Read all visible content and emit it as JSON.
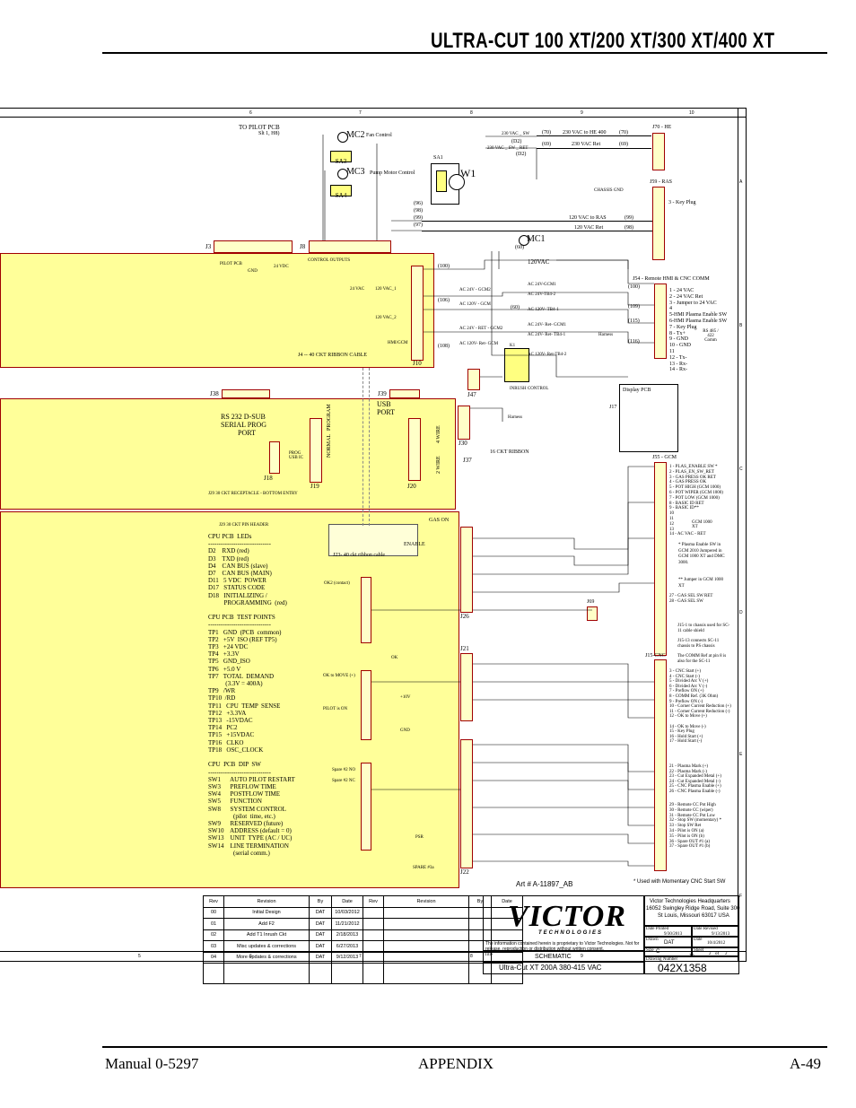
{
  "header": {
    "title": "ULTRA-CUT 100 XT/200 XT/300 XT/400 XT"
  },
  "grid": {
    "cols_top": [
      "6",
      "7",
      "8",
      "9",
      "10"
    ],
    "cols_bottom": [
      "5",
      "6",
      "7",
      "8",
      "9",
      "10"
    ],
    "rows": [
      "A",
      "B",
      "C",
      "D",
      "E",
      "F"
    ]
  },
  "top": {
    "to_pilot": "TO   PILOT PCB",
    "slot": "Slt 1, H8)",
    "mc2": "MC2",
    "fan_control": "Fan Control",
    "mc3": "MC3",
    "pump_motor_control": "Pump Motor Control",
    "sa3": "SA3",
    "sa4": "SA4",
    "sa1": "SA1",
    "w1": "W1",
    "mc1": "MC1",
    "mc1_v": "120VAC",
    "vac_he": "230 VAC to HE 400",
    "vac_ret": "230 VAC Ret",
    "vac_ras": "120 VAC to RAS",
    "vac_ras_ret": "120 VAC Ret",
    "w70a": "(70)",
    "w70b": "(70)",
    "w69a": "(69)",
    "w69b": "(69)",
    "w99": "(99)",
    "w98": "(98)",
    "w96": "(96)",
    "w98b": "(98)",
    "w99b": "(99)",
    "w97": "(97)",
    "w60": "(60)",
    "d2a": "(D2)",
    "d2b": "(D2)",
    "sw_a": "230 VAC _ SW",
    "sw_b": "230 VAC _ SW _ RET",
    "j70": "J70 - HE",
    "j59": "J59 - RAS",
    "key_plug": "3 - Key Plug",
    "chassis_gnd": "CHASSIS GND",
    "j3": "J3",
    "j8": "J8",
    "pilot_pcb": "PILOT PCB",
    "gnd": "GND",
    "vdc24": "24 VDC",
    "control_outputs": "CONTROL OUTPUTS"
  },
  "j4": {
    "label": "J4 -- 40 CKT RIBBON CABLE",
    "j10": "J10",
    "hmi_gcm": "HMI/GCM",
    "vac24": "24 VAC",
    "vac120_1": "120 VAC_1",
    "vac120_2": "120 VAC_2",
    "w100": "(100)",
    "w106": "(106)",
    "w108": "(108)",
    "ac24_gcm2": "AC 24V - GCM2",
    "ac120_gcm": "AC 120V - GCM",
    "ac24_ret": "AC 24V - RET - GCM2",
    "ac120_ret": "AC 120V- Ret- GCM",
    "ac24_gcm1": "AC 24V-GCM1",
    "ac24_tb4_2": "AC 24V-TB4-2",
    "ac120_tb4_1": "AC 120V- TB4-1",
    "ac24_ret_gcm1": "AC 24V- Ret- GCM1",
    "ac24_ret_tb4_1": "AC 24V- Ret- TB4-1",
    "ac120_ret_tb4_2": "AC 120V- Ret-TB4-2",
    "w60b": "(60)",
    "inrush": "INRUSH CONTROL",
    "k1": "K1",
    "harness": "Harness"
  },
  "j54": {
    "label": "J54 - Remote HMI & CNC COMM",
    "items": [
      "1 - 24 VAC",
      "2 - 24 VAC Ret",
      "3 - Jumper to 24 VAC",
      "4",
      "5-HMI Plasma Enable SW",
      "6-HMI Plasma Enable SW",
      "7 - Key Plug",
      "8 - Tx+",
      "9 - GND",
      "10 - GND",
      "11",
      "12 - Tx-",
      "13 - Rx-",
      "14 - Rx-"
    ],
    "w100": "(100)",
    "w109": "(109)",
    "w115": "(115)",
    "w116": "(116)",
    "rs485": "RS 485 / 422 Comm"
  },
  "mid": {
    "j38": "J38",
    "j39": "J39",
    "rs232": "RS 232  D-SUB",
    "serial": "SERIAL PROG",
    "port": "PORT",
    "usb": "USB",
    "usb_port": "PORT",
    "j47": "J47",
    "j30": "J30",
    "j37": "J37",
    "j18": "J18",
    "j19": "J19",
    "j20": "J20",
    "prog_usb": "PROG USB IC",
    "normal": "NORMAL",
    "program": "PROGRAM",
    "four_wire": "4 WIRE",
    "two_wire": "2 WIRE",
    "ckt16": "16 CKT RIBBON",
    "display_pcb": "Display  PCB",
    "j17": "J17",
    "j29": "J29    30 CKT RECEPTACLE - BOTTOM ENTRY",
    "harness": "Harness",
    "j55": "J55 - GCM"
  },
  "j55": {
    "items": [
      "1 - PLAS_ENABLE SW *",
      "2 - PLAS_EN_SW_RET",
      "3 - GAS PRESS OK RET",
      "4 - GAS PRESS OK",
      "5 - POT HIGH (GCM 1000)",
      "6 - POT WIPER (GCM 1000)",
      "7 - POT LOW (GCM 1000)",
      "8 - BASIC ID RET",
      "9 - BASIC ID**",
      "10",
      "11",
      "12",
      "13",
      "14 - AC VAC - RET"
    ],
    "gcm_note": "GCM 1000 XT",
    "note1": "*  Plasma Enable SW in GCM 2010 Jumpered in GCM 1000 XT and  DMC 3000.",
    "note2": "** Jumper in GCM 1000 XT",
    "gas_sel": "27 - GAS SEL SW RET",
    "gas_sel2": "28 - GAS SEL SW"
  },
  "cpu": {
    "j29hdr": "J29    30 CKT PIN HEADER",
    "j23": "J23- 40 ckt ribbon cable",
    "lines": [
      "CPU PCB  LEDs",
      "------------------------------",
      "D2    RXD (red)",
      "D3    TXD (red)",
      "D4    CAN BUS (slave)",
      "D7    CAN BUS (MAIN)",
      "D11   5 VDC  POWER",
      "D17   STATUS CODE",
      "D18   INITIALIZING /",
      "          PROGRAMMING  (red)",
      "",
      "CPU PCB  TEST POINTS",
      "------------------------------",
      "TP1   GND  (PCB  common)",
      "TP2   +5V  ISO (REF TP5)",
      "TP3   +24 VDC",
      "TP4   +3.3V",
      "TP5   GND_ISO",
      "TP6   +5.0 V",
      "TP7   TOTAL  DEMAND",
      "           (3.3V = 400A)",
      "TP9   /WR",
      "TP10  /RD",
      "TP11   CPU  TEMP  SENSE",
      "TP12   +3.3VA",
      "TP13   -15VDAC",
      "TP14   PC2",
      "TP15   +15VDAC",
      "TP16   CLKO",
      "TP18   OSC_CLOCK",
      "",
      "CPU  PCB  DIP  SW",
      "------------------------------",
      "SW1      AUTO PILOT RESTART",
      "SW3      PREFLOW TIME",
      "SW4      POSTFLOW TIME",
      "SW5      FUNCTION",
      "SW8      SYSTEM CONTROL",
      "                (pilot  time, etc.)",
      "SW9      RESERVED (future)",
      "SW10    ADDRESS (default = 0)",
      "SW13    UNIT  TYPE (AC / UC)",
      "SW14    LINE TERMINATION",
      "                (serial comm.)"
    ],
    "gas_on": "GAS ON",
    "enable": "ENABLE",
    "j21": "J21",
    "j26": "J26",
    "j22": "J22",
    "j69": "J69",
    "j15": "J15-CNC",
    "ok": "OK",
    "v10": "+10V",
    "gnd": "GND",
    "psr": "PSR",
    "spare": "SPARE #3a",
    "ok2": "OK2 (contact)",
    "pilot_is_on": "PILOT is ON",
    "ok_to_move": "OK to MOVE (+)",
    "spare2": "Spare #2 NO",
    "spare2nc": "Spare #2 NC"
  },
  "cnc": {
    "items": [
      "3 - CNC Start (+)",
      "4 - CNC Start (-)",
      "5 - Divided Arc V (+)",
      "6 - Divided Arc V (-)",
      "7 - Preflow ON (+)",
      "8 - COMM Ref. (3K Ohm)",
      "9 - Preflow ON (-)",
      "10 - Corner Current Reduction (+)",
      "11 - Corner Current Reduction (-)",
      "12 - OK to Move (+)",
      "",
      "14 - OK to Move (-)",
      "15 - Key Plug",
      "16 - Hold Start (+)",
      "17 - Hold Start (-)"
    ],
    "items2": [
      "21 - Plasma Mark (+)",
      "22 - Plasma Mark (-)",
      "23 - Cut Expanded Metal (+)",
      "24 - Cut Expanded Metal (-)",
      "25 - CNC Plasma Enable (+)",
      "26 - CNC Plasma Enable (-)"
    ],
    "items3": [
      "29 - Remote CC Pot High",
      "30 - Remote CC (wiper)",
      "31 - Remote CC Pot Low",
      "32 - Stop SW (momentary) *",
      "33 - Stop SW Ret",
      "34 - Pilot is ON (a)",
      "35 - Pilot is ON (b)",
      "36 - Spare OUT #1 (a)",
      "37 - Spare OUT #1 (b)"
    ],
    "note1": "J15-1 to chassis used for SC-11 cable shield",
    "note2": "J15-13 connects SC-11 chassis to PS chassis",
    "note3": "The COMM Ref at pin 8 is also for the SC-11",
    "momentary": "*   Used with Momentary CNC Start SW",
    "art": "Art # A-11897_AB"
  },
  "rev": {
    "headers": [
      "Rev",
      "Revision",
      "By",
      "Date",
      "Rev",
      "Revision",
      "By",
      "Date"
    ],
    "rows": [
      [
        "00",
        "Initial Design",
        "DAT",
        "10/03/2012"
      ],
      [
        "01",
        "Add F2",
        "DAT",
        "11/21/2012"
      ],
      [
        "02",
        "Add T1 Inrush Ckt",
        "DAT",
        "2/18/2013"
      ],
      [
        "03",
        "Misc updates & corrections",
        "DAT",
        "6/27/2013"
      ],
      [
        "04",
        "More updates & corrections",
        "DAT",
        "9/12/2013"
      ]
    ]
  },
  "title_block": {
    "logo": "VICTOR",
    "logo_sub": "TECHNOLOGIES",
    "proprietary": "The information contained herein is proprietary to Victor Technologies. Not for release, reproduction or distribution without written consent.",
    "hq": "Victor Technologies Headquarters",
    "addr1": "16052 Swingley Ridge Road, Suite 300",
    "addr2": "St Louis, Missouri 63017 USA",
    "date_printed_lbl": "Date Printed",
    "date_printed": "9/30/2013",
    "date_revised_lbl": "Date Revised",
    "date_revised": "9/13/2013",
    "drawn_lbl": "Drawn",
    "drawn": "DAT",
    "date_lbl": "Date",
    "date": "10/4/2012",
    "size_lbl": "Size",
    "size": "C",
    "sheet_lbl": "Sheet",
    "sheet": "2",
    "of": "of",
    "sheets": "2",
    "dwg_lbl": "Drawing Number",
    "dwg": "042X1358",
    "title_lbl": "Title",
    "schematic": "SCHEMATIC",
    "subtitle": "Ultra-Cut  XT 200A  380-415 VAC"
  },
  "footer": {
    "manual": "Manual 0-5297",
    "appendix": "APPENDIX",
    "page": "A-49"
  }
}
